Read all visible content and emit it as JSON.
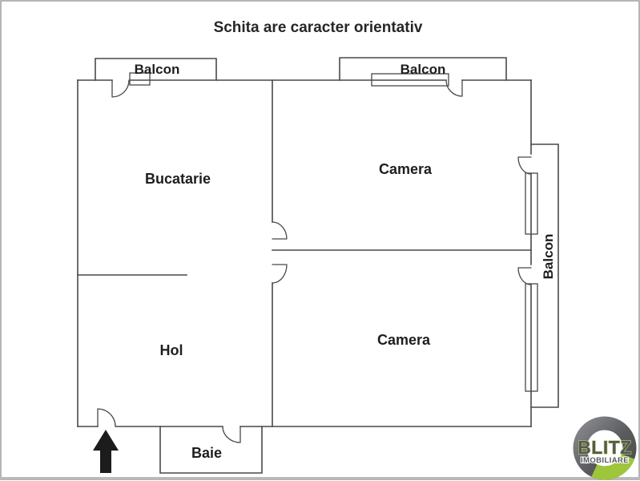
{
  "title": "Schita are caracter orientativ",
  "rooms": {
    "kitchen": "Bucatarie",
    "hall": "Hol",
    "room_upper": "Camera",
    "room_lower": "Camera",
    "bathroom": "Baie"
  },
  "balconies": {
    "top_left": "Balcon",
    "top_middle": "Balcon",
    "right": "Balcon"
  },
  "logo": {
    "name": "BLITZ",
    "subtitle": "IMOBILIARE"
  },
  "icons": {
    "entrance_arrow": "arrow-up"
  },
  "colors": {
    "wall": "#49494b",
    "text": "#1e1e20",
    "border": "#a3a3a5",
    "arrow": "#1c1c1c",
    "logo_gray_dark": "#4b4c4e",
    "logo_gray_light": "#87898c",
    "logo_green": "#9dc63b"
  }
}
